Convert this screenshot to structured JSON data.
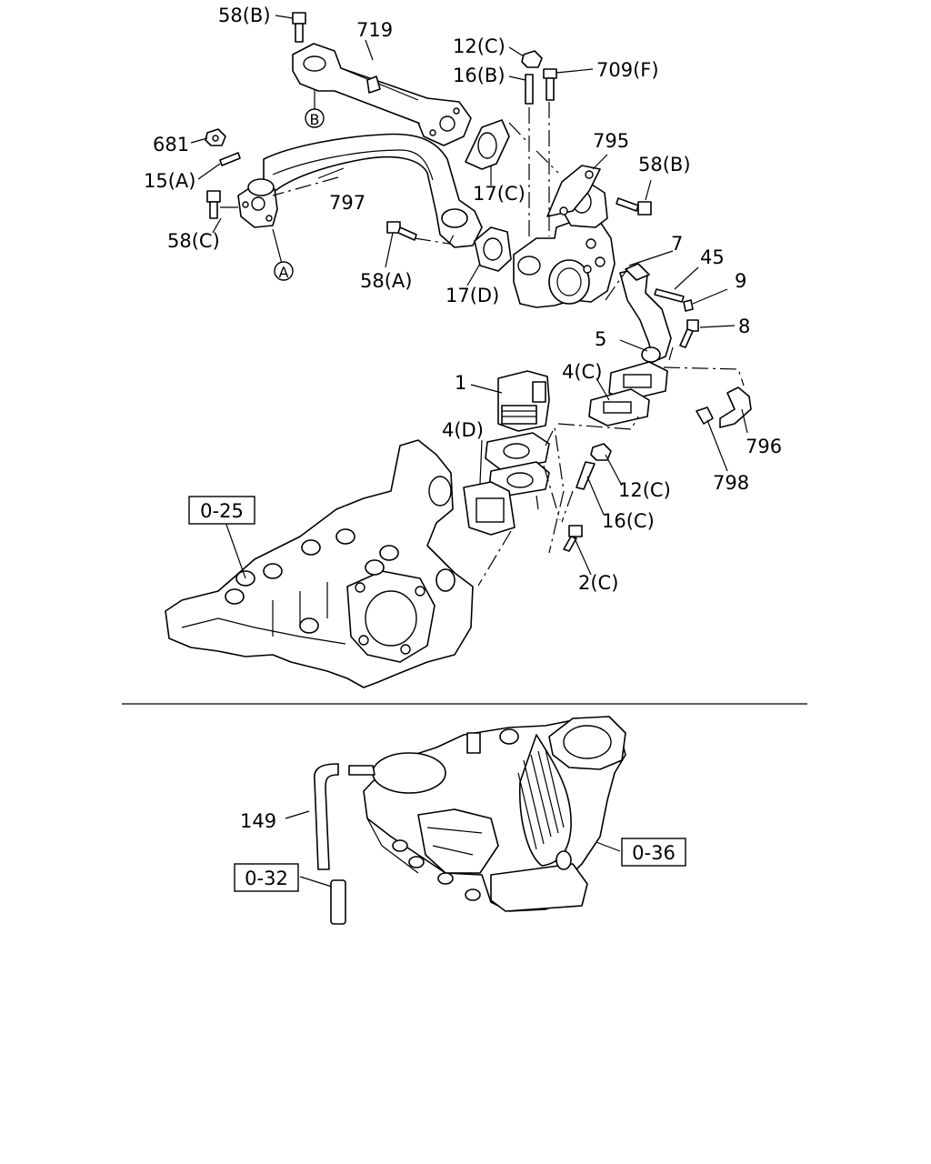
{
  "diagram": {
    "labels": {
      "l_58b_top": "58(B)",
      "l_719": "719",
      "l_b": "B",
      "l_681": "681",
      "l_15a": "15(A)",
      "l_797": "797",
      "l_58c": "58(C)",
      "l_a": "A",
      "l_12c_top": "12(C)",
      "l_16b": "16(B)",
      "l_709f": "709(F)",
      "l_17c": "17(C)",
      "l_795": "795",
      "l_58b_right": "58(B)",
      "l_58a": "58(A)",
      "l_17d": "17(D)",
      "l_7": "7",
      "l_45": "45",
      "l_9": "9",
      "l_8": "8",
      "l_5": "5",
      "l_4c": "4(C)",
      "l_1": "1",
      "l_796": "796",
      "l_798": "798",
      "l_4d": "4(D)",
      "l_12c_mid": "12(C)",
      "l_16c": "16(C)",
      "l_2c": "2(C)",
      "l_149": "149"
    },
    "refs": {
      "r_025": "0-25",
      "r_036": "0-36",
      "r_032": "0-32"
    }
  }
}
